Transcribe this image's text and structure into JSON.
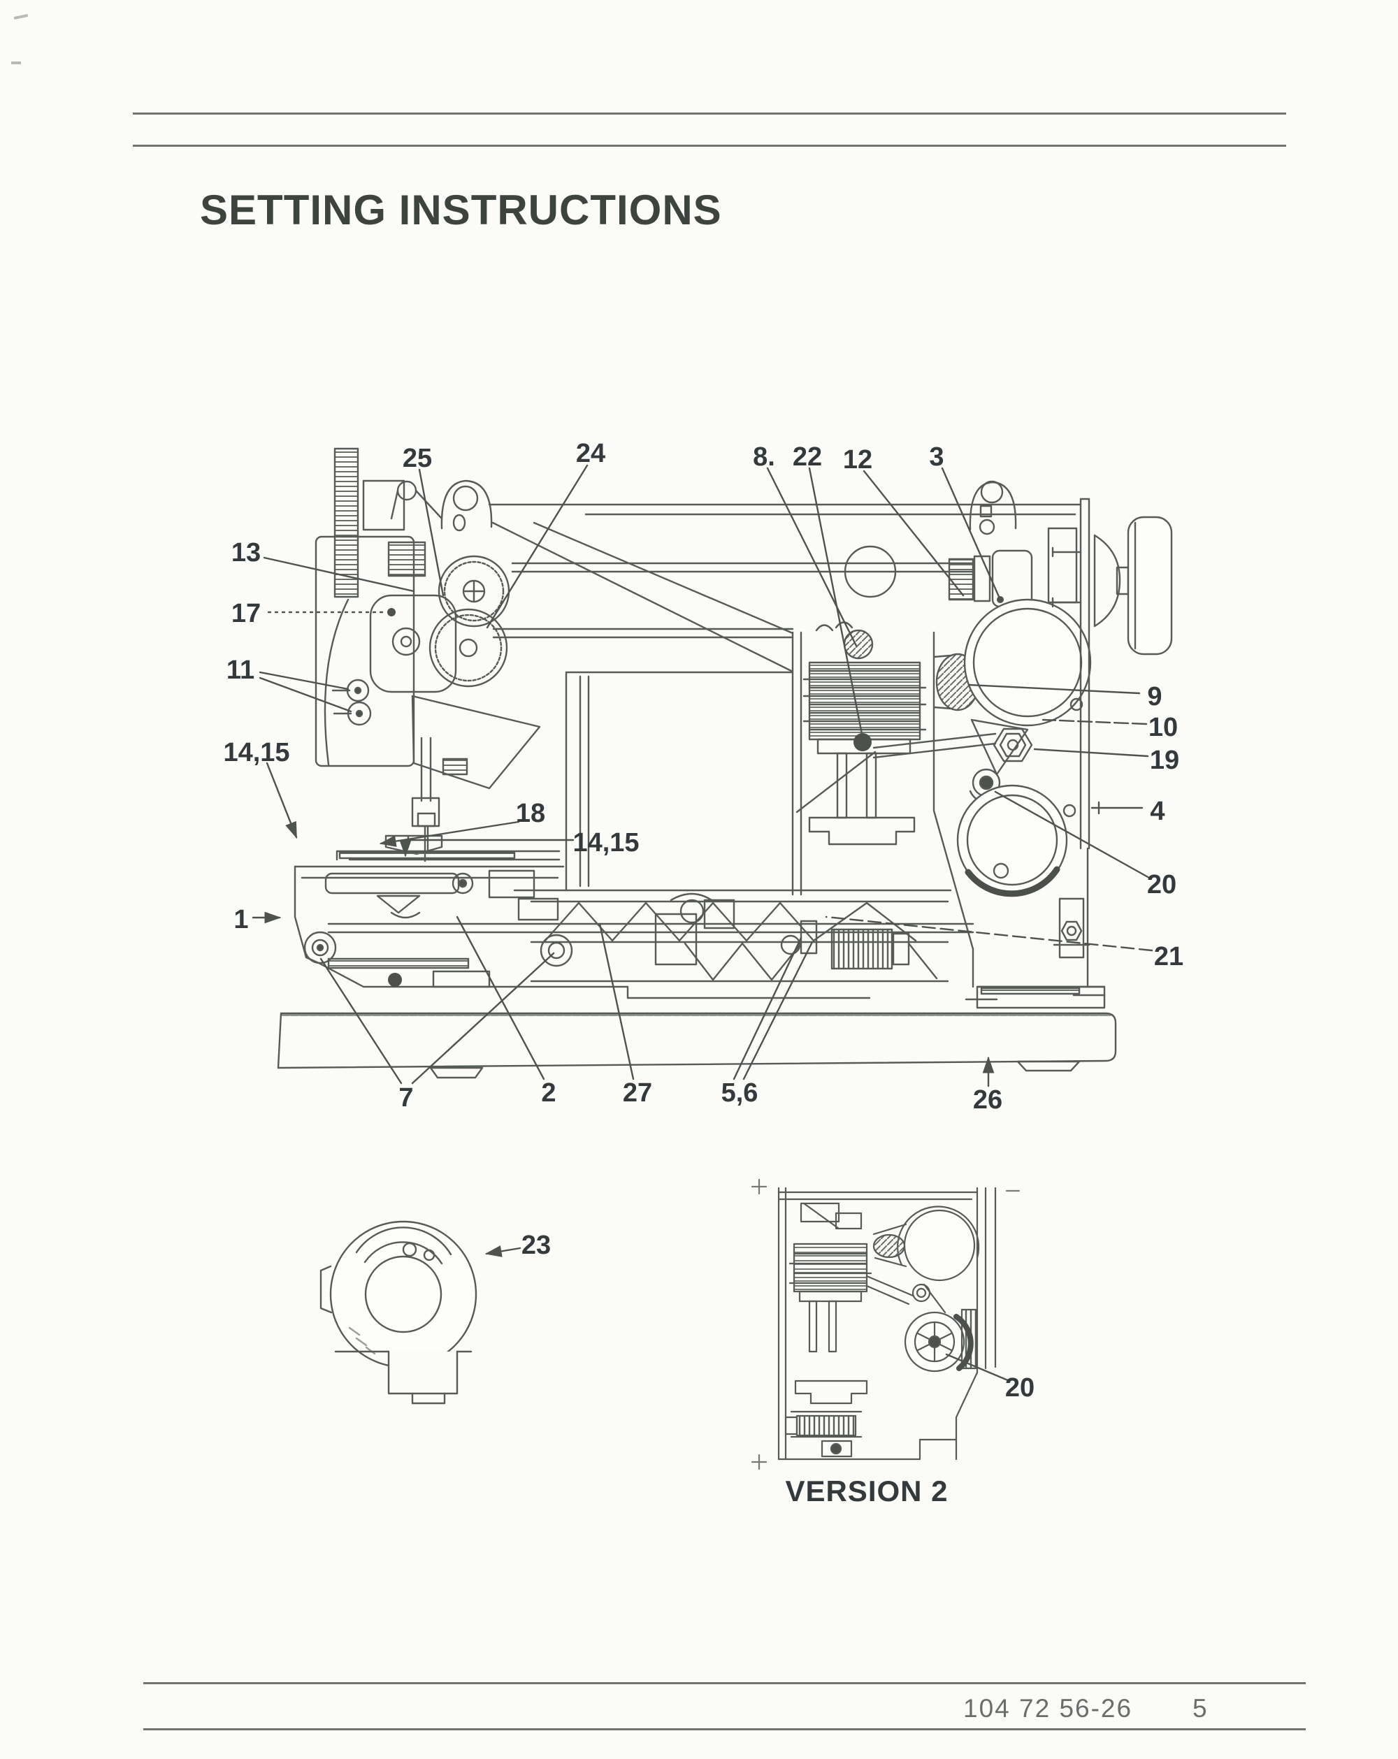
{
  "page": {
    "title": "SETTING INSTRUCTIONS",
    "footer": {
      "doc_number": "104 72 56-26",
      "page_number": "5"
    }
  },
  "diagram": {
    "description": "Sewing machine cross-section line drawing with numbered part callouts",
    "callouts": [
      {
        "label": "25"
      },
      {
        "label": "24"
      },
      {
        "label": "8."
      },
      {
        "label": "22"
      },
      {
        "label": "12"
      },
      {
        "label": "3"
      },
      {
        "label": "13"
      },
      {
        "label": "17"
      },
      {
        "label": "11"
      },
      {
        "label": "14,15"
      },
      {
        "label": "18"
      },
      {
        "label": "14,15"
      },
      {
        "label": "1"
      },
      {
        "label": "9"
      },
      {
        "label": "10"
      },
      {
        "label": "19"
      },
      {
        "label": "4"
      },
      {
        "label": "20"
      },
      {
        "label": "21"
      },
      {
        "label": "7"
      },
      {
        "label": "2"
      },
      {
        "label": "27"
      },
      {
        "label": "5,6"
      },
      {
        "label": "26"
      },
      {
        "label": "23"
      },
      {
        "label": "20"
      }
    ],
    "insets": {
      "version2_caption": "VERSION 2"
    }
  }
}
